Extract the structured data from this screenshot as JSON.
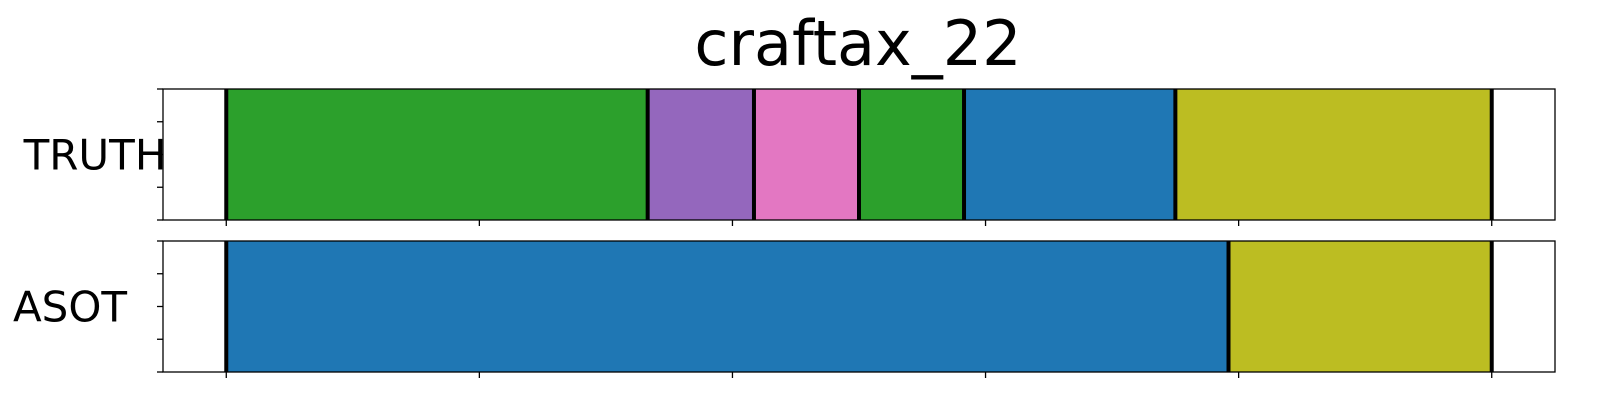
{
  "chart_data": {
    "type": "bar",
    "title": "craftax_22",
    "xlim": [
      -5,
      105
    ],
    "grid": false,
    "x_ticks": [
      0,
      20,
      40,
      60,
      80,
      100
    ],
    "rows": [
      {
        "label": "TRUTH",
        "segments": [
          {
            "start": 0,
            "end": 33.3,
            "color": "#2ca02c"
          },
          {
            "start": 33.3,
            "end": 41.7,
            "color": "#9467bd"
          },
          {
            "start": 41.7,
            "end": 50.0,
            "color": "#e377c2"
          },
          {
            "start": 50.0,
            "end": 58.3,
            "color": "#2ca02c"
          },
          {
            "start": 58.3,
            "end": 75.0,
            "color": "#1f77b4"
          },
          {
            "start": 75.0,
            "end": 100,
            "color": "#bcbd22"
          }
        ]
      },
      {
        "label": "ASOT",
        "segments": [
          {
            "start": 0,
            "end": 79.2,
            "color": "#1f77b4"
          },
          {
            "start": 79.2,
            "end": 100,
            "color": "#bcbd22"
          }
        ]
      }
    ]
  }
}
